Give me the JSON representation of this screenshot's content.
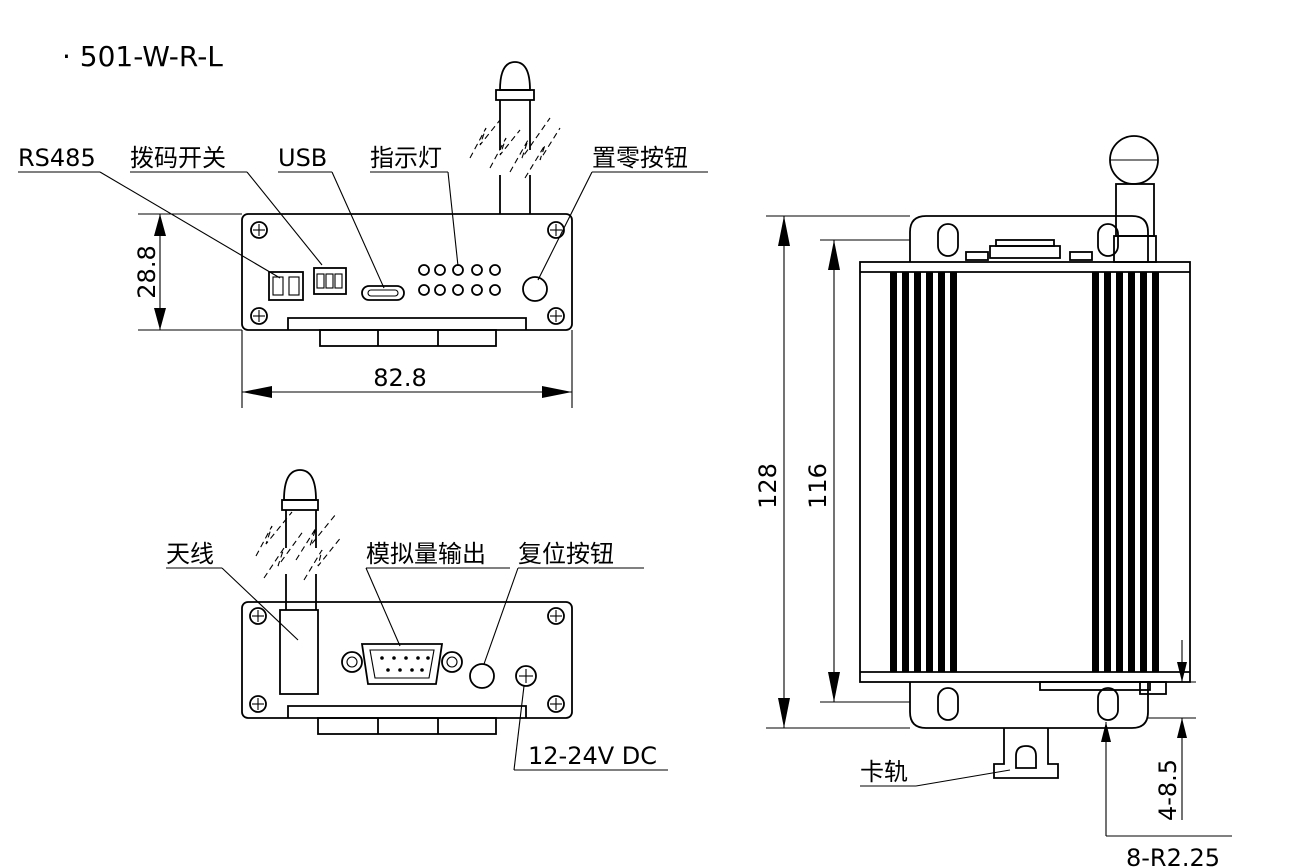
{
  "title": "· 501-W-R-L",
  "front_view": {
    "labels": {
      "rs485": "RS485",
      "dip_switch": "拨码开关",
      "usb": "USB",
      "indicator": "指示灯",
      "zero_button": "置零按钮"
    },
    "dims": {
      "height": "28.8",
      "width": "82.8"
    }
  },
  "rear_view": {
    "labels": {
      "antenna": "天线",
      "analog_output": "模拟量输出",
      "reset_button": "复位按钮",
      "power": "12-24V DC"
    }
  },
  "top_view": {
    "labels": {
      "rail": "卡轨"
    },
    "dims": {
      "overall": "128",
      "body": "116",
      "slot": "4-8.5",
      "radius": "8-R2.25"
    }
  }
}
